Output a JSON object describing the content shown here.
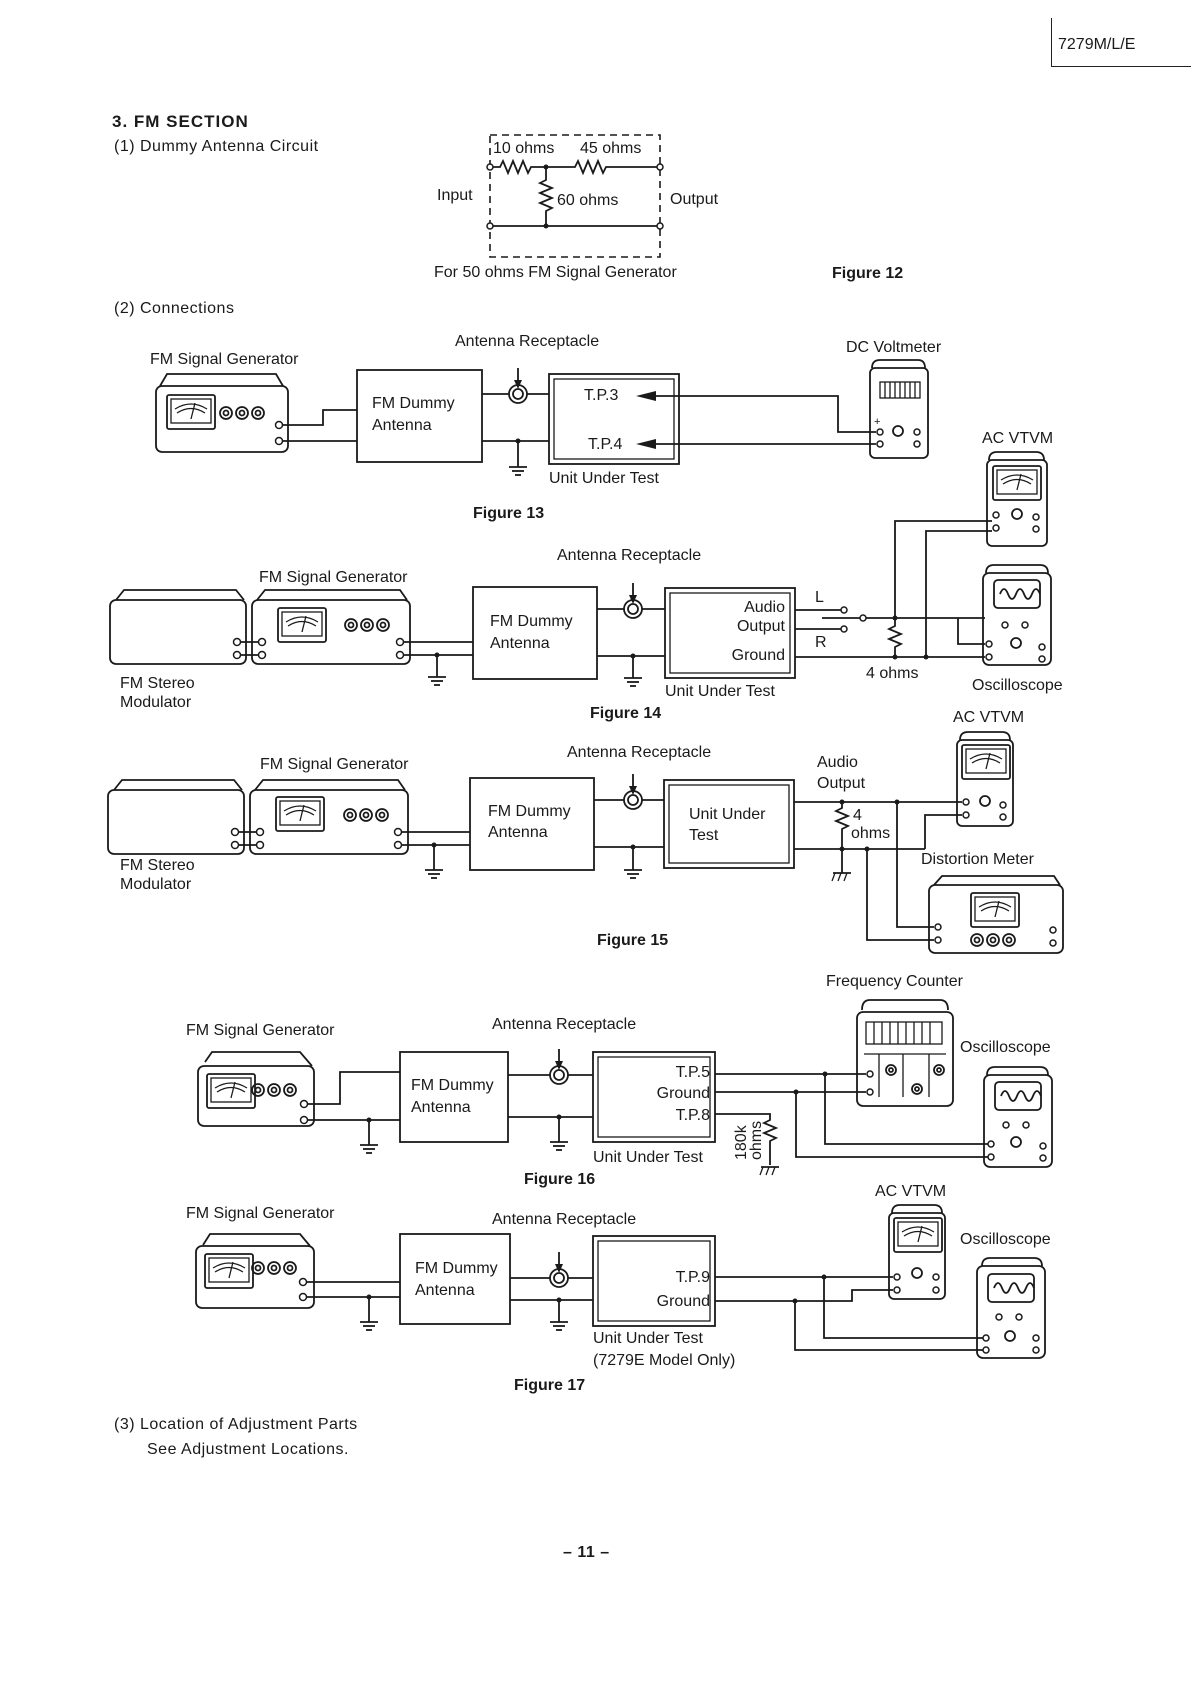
{
  "page": {
    "model": "7279M/L/E",
    "section_title": "3.  FM  SECTION",
    "page_number": "– 11 –"
  },
  "subsections": {
    "s1": "(1)  Dummy  Antenna  Circuit",
    "s2": "(2)  Connections",
    "s3": "(3)  Location  of  Adjustment  Parts",
    "s3_note": "See  Adjustment  Locations."
  },
  "figure12": {
    "caption": "Figure  12",
    "r1": "10  ohms",
    "r2": "45  ohms",
    "r3": "60  ohms",
    "input": "Input",
    "output": "Output",
    "note": "For  50  ohms  FM  Signal  Generator"
  },
  "figure13": {
    "caption": "Figure  13",
    "generator": "FM  Signal  Generator",
    "dummy_line1": "FM  Dummy",
    "dummy_line2": "Antenna",
    "receptacle": "Antenna  Receptacle",
    "tp3": "T.P.3",
    "tp4": "T.P.4",
    "uut": "Unit  Under  Test",
    "voltmeter": "DC  Voltmeter"
  },
  "figure14": {
    "caption": "Figure  14",
    "modulator_line1": "FM  Stereo",
    "modulator_line2": "Modulator",
    "generator": "FM  Signal  Generator",
    "dummy_line1": "FM  Dummy",
    "dummy_line2": "Antenna",
    "receptacle": "Antenna  Receptacle",
    "audio_line1": "Audio",
    "audio_line2": "Output",
    "ground": "Ground",
    "left": "L",
    "right": "R",
    "uut": "Unit  Under  Test",
    "load": "4  ohms",
    "vtvm": "AC  VTVM",
    "scope": "Oscilloscope"
  },
  "figure15": {
    "caption": "Figure  15",
    "modulator_line1": "FM  Stereo",
    "modulator_line2": "Modulator",
    "generator": "FM  Signal  Generator",
    "dummy_line1": "FM  Dummy",
    "dummy_line2": "Antenna",
    "receptacle": "Antenna  Receptacle",
    "uut_line1": "Unit  Under",
    "uut_line2": "Test",
    "audio_line1": "Audio",
    "audio_line2": "Output",
    "load_line1": "4",
    "load_line2": "ohms",
    "vtvm": "AC  VTVM",
    "distortion": "Distortion  Meter"
  },
  "figure16": {
    "caption": "Figure  16",
    "generator": "FM  Signal  Generator",
    "dummy_line1": "FM  Dummy",
    "dummy_line2": "Antenna",
    "receptacle": "Antenna  Receptacle",
    "tp5": "T.P.5",
    "ground": "Ground",
    "tp8": "T.P.8",
    "uut": "Unit  Under  Test",
    "resistor_line1": "180k",
    "resistor_line2": "ohms",
    "counter": "Frequency  Counter",
    "scope": "Oscilloscope"
  },
  "figure17": {
    "caption": "Figure  17",
    "generator": "FM  Signal  Generator",
    "dummy_line1": "FM  Dummy",
    "dummy_line2": "Antenna",
    "receptacle": "Antenna  Receptacle",
    "tp9": "T.P.9",
    "ground": "Ground",
    "uut": "Unit  Under  Test",
    "uut_note": "(7279E  Model  Only)",
    "vtvm": "AC  VTVM",
    "scope": "Oscilloscope"
  }
}
